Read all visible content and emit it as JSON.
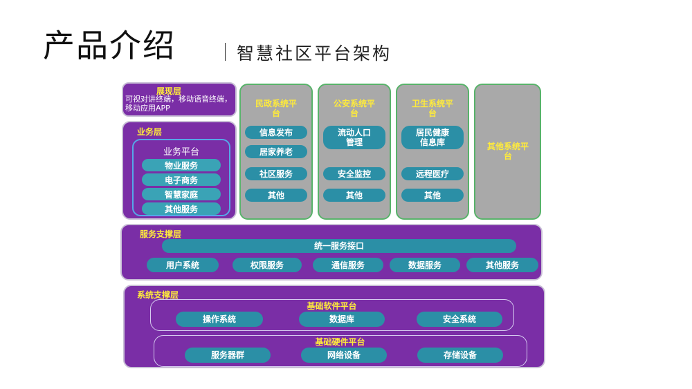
{
  "title": {
    "main": "产品介绍",
    "subtitle": "智慧社区平台架构"
  },
  "presentation_layer": {
    "title": "展现层",
    "description": "可视对讲终端，移动语音终端，移动应用APP"
  },
  "business_layer": {
    "title": "业务层",
    "platform_title": "业务平台",
    "items": [
      "物业服务",
      "电子商务",
      "智慧家庭",
      "其他服务"
    ]
  },
  "external_systems": [
    {
      "title": "民政系统平台",
      "items": [
        "信息发布",
        "居家养老",
        "社区服务",
        "其他"
      ]
    },
    {
      "title": "公安系统平台",
      "items": [
        "流动人口管理",
        "安全监控",
        "其他"
      ]
    },
    {
      "title": "卫生系统平台",
      "items": [
        "居民健康信息库",
        "远程医疗",
        "其他"
      ]
    },
    {
      "title": "其他系统平台",
      "items": []
    }
  ],
  "service_support_layer": {
    "title": "服务支撑层",
    "unified_interface": "统一服务接口",
    "services": [
      "用户系统",
      "权限服务",
      "通信服务",
      "数据服务",
      "其他服务"
    ]
  },
  "system_support_layer": {
    "title": "系统支撑层",
    "software_platform": {
      "title": "基础软件平台",
      "items": [
        "操作系统",
        "数据库",
        "安全系统"
      ]
    },
    "hardware_platform": {
      "title": "基础硬件平台",
      "items": [
        "服务器群",
        "网络设备",
        "存储设备"
      ]
    }
  },
  "colors": {
    "panel_purple": "#7a2ea6",
    "panel_gray": "#a9a9a9",
    "pill_teal": "#2b8fa6",
    "title_yellow": "#ffeb3b",
    "gray_border": "#58b36a"
  }
}
